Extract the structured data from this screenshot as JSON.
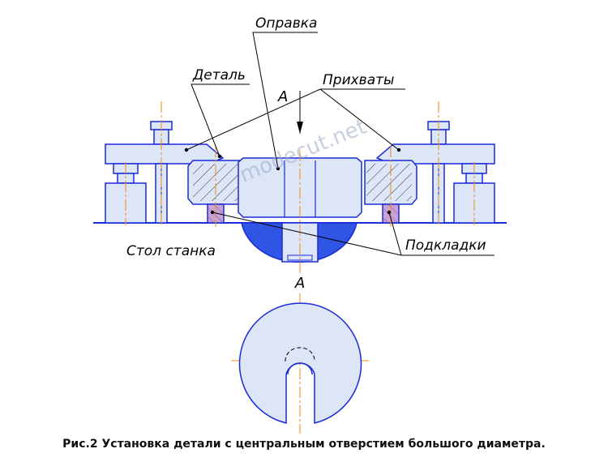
{
  "labels": {
    "mandrel": "Оправка",
    "part": "Деталь",
    "clamps": "Прихваты",
    "table": "Стол станка",
    "shims": "Подкладки"
  },
  "section_labels": {
    "top": "A",
    "bottom": "A"
  },
  "watermark": "modecut.net",
  "caption": "Рис.2 Установка детали с центральным отверстием большого диаметра.",
  "colors": {
    "fill": "#dde6f7",
    "blue_fill": "#2f56e6",
    "outline": "#1a2bd8",
    "center_line": "#f08a1a",
    "shim": "#c9a3d6",
    "leader": "#000000"
  }
}
